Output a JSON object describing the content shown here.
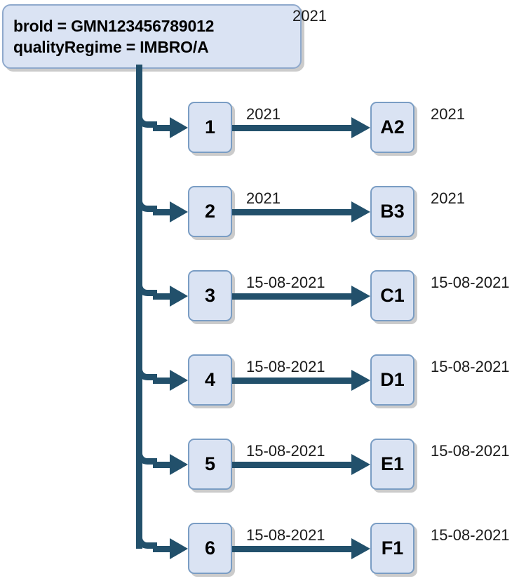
{
  "diagram": {
    "type": "tree",
    "title_node": {
      "line1": "broId = GMN123456789012",
      "line2": "qualityRegime = IMBRO/A",
      "year_label": "2021"
    },
    "colors": {
      "node_fill": "#dae3f3",
      "node_border": "#7a9dc4",
      "header_border": "#8fa9cc",
      "connector": "#22506b",
      "text": "#000000",
      "background": "#ffffff"
    },
    "rows": [
      {
        "index": "1",
        "left_label": "1",
        "right_label": "A2",
        "edge_label": "2021",
        "tail_label": "2021"
      },
      {
        "index": "2",
        "left_label": "2",
        "right_label": "B3",
        "edge_label": "2021",
        "tail_label": "2021"
      },
      {
        "index": "3",
        "left_label": "3",
        "right_label": "C1",
        "edge_label": "15-08-2021",
        "tail_label": "15-08-2021"
      },
      {
        "index": "4",
        "left_label": "4",
        "right_label": "D1",
        "edge_label": "15-08-2021",
        "tail_label": "15-08-2021"
      },
      {
        "index": "5",
        "left_label": "5",
        "right_label": "E1",
        "edge_label": "15-08-2021",
        "tail_label": "15-08-2021"
      },
      {
        "index": "6",
        "left_label": "6",
        "right_label": "F1",
        "edge_label": "15-08-2021",
        "tail_label": "15-08-2021"
      }
    ]
  }
}
